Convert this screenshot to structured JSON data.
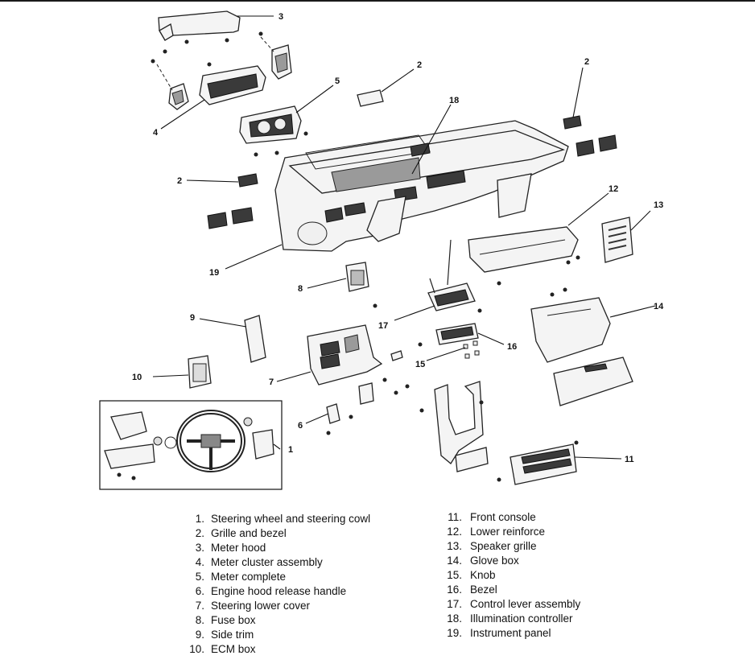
{
  "callouts": {
    "c1": "1",
    "c2a": "2",
    "c2b": "2",
    "c2c": "2",
    "c3": "3",
    "c4": "4",
    "c5": "5",
    "c6": "6",
    "c7": "7",
    "c8": "8",
    "c9": "9",
    "c10": "10",
    "c11": "11",
    "c12": "12",
    "c13": "13",
    "c14": "14",
    "c15": "15",
    "c16": "16",
    "c17": "17",
    "c18": "18",
    "c19": "19"
  },
  "legend": {
    "left": [
      {
        "num": "1.",
        "label": "Steering wheel and steering cowl"
      },
      {
        "num": "2.",
        "label": "Grille and bezel"
      },
      {
        "num": "3.",
        "label": "Meter hood"
      },
      {
        "num": "4.",
        "label": "Meter cluster assembly"
      },
      {
        "num": "5.",
        "label": "Meter complete"
      },
      {
        "num": "6.",
        "label": "Engine hood release handle"
      },
      {
        "num": "7.",
        "label": "Steering lower cover"
      },
      {
        "num": "8.",
        "label": "Fuse box"
      },
      {
        "num": "9.",
        "label": "Side trim"
      },
      {
        "num": "10.",
        "label": "ECM box"
      }
    ],
    "right": [
      {
        "num": "11.",
        "label": "Front console"
      },
      {
        "num": "12.",
        "label": "Lower reinforce"
      },
      {
        "num": "13.",
        "label": "Speaker grille"
      },
      {
        "num": "14.",
        "label": "Glove box"
      },
      {
        "num": "15.",
        "label": "Knob"
      },
      {
        "num": "16.",
        "label": "Bezel"
      },
      {
        "num": "17.",
        "label": "Control lever assembly"
      },
      {
        "num": "18.",
        "label": "Illumination controller"
      },
      {
        "num": "19.",
        "label": "Instrument panel"
      }
    ]
  }
}
